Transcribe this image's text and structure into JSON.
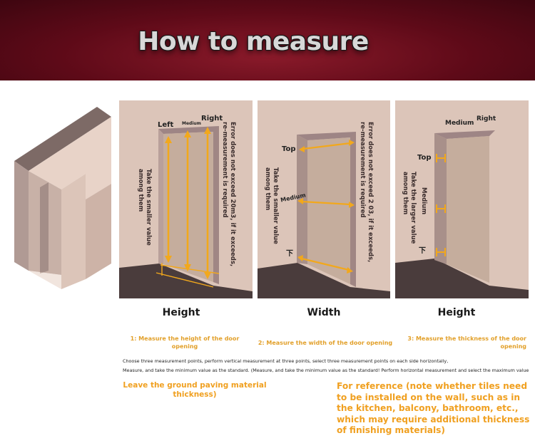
{
  "title": "How to measure",
  "panels": [
    {
      "labels": {
        "left": "Left",
        "medium": "Medium",
        "right": "Right"
      },
      "notes": [
        "Error does not exceed 20m3, if it exceeds, re-measurement is required",
        "Take the smaller value among them"
      ],
      "caption": "Height"
    },
    {
      "labels": {
        "top": "Top",
        "medium": "Medium",
        "bottom": "下"
      },
      "notes": [
        "Error does not exceed 2 03, if it exceeds, re-measurement is required",
        "Take the smaller value among them"
      ],
      "caption": "Width"
    },
    {
      "labels": {
        "medium": "Medium",
        "right": "Right",
        "top": "Top",
        "mid": "Medium",
        "bottom": "下"
      },
      "notes": [
        "Take the larger value among them"
      ],
      "caption": "Height"
    }
  ],
  "steps": [
    "1: Measure the height of the door opening",
    "2: Measure the width of the door opening",
    "3: Measure the thickness of the door opening"
  ],
  "instructions": [
    "Choose three measurement points, perform vertical measurement at three points, select three measurement points on each side horizontally,",
    "Measure, and take the minimum value as the standard. (Measure, and take the minimum value as the standard! Perform horizontal measurement and select the maximum value"
  ],
  "notes": {
    "ground": "Leave the ground paving material thickness)",
    "reference": "For reference (note whether tiles need to be installed on the wall, such as in the kitchen, balcony, bathroom, etc., which may require additional thickness of finishing materials)"
  },
  "colors": {
    "arrow": "#f2a81c",
    "wall": "#dcc5b9",
    "floor": "#4a3c3c",
    "frame": "#9e8585",
    "accent": "#f0a020"
  }
}
